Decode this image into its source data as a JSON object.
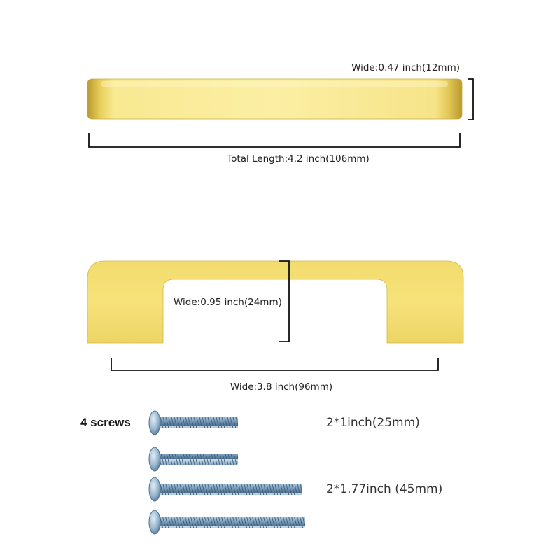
{
  "top_view": {
    "wide_label": "Wide:0.47 inch(12mm)",
    "length_label": "Total Length:4.2 inch(106mm)"
  },
  "side_view": {
    "height_label": "Wide:0.95 inch(24mm)",
    "spacing_label": "Wide:3.8 inch(96mm)"
  },
  "screws": {
    "title": "4 screws",
    "short_label": "2*1inch(25mm)",
    "long_label": "2*1.77inch (45mm)"
  },
  "colors": {
    "gold_light": "#fbf0a8",
    "gold_mid": "#ecd35f",
    "gold_dark": "#c9a733",
    "screw_blue": "#8fb0cc",
    "screw_dark": "#4d6e8d"
  }
}
